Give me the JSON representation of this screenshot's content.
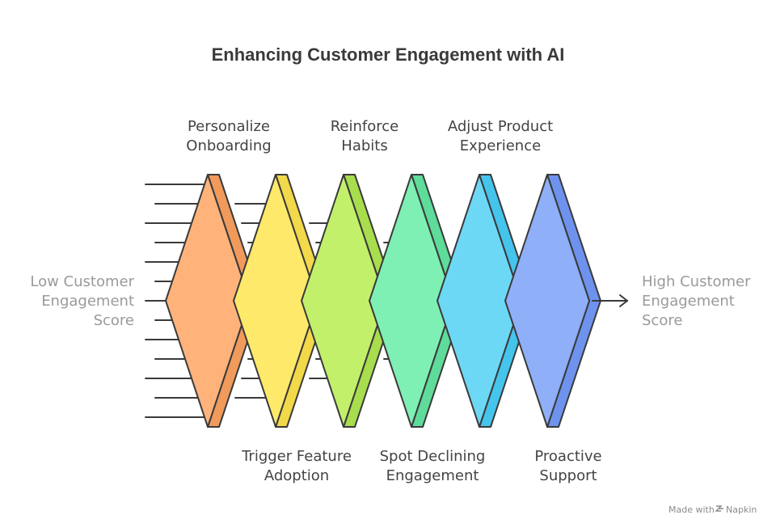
{
  "title": "Enhancing Customer Engagement with AI",
  "input_label": [
    "Low Customer",
    "Engagement",
    "Score"
  ],
  "output_label": [
    "High Customer",
    "Engagement",
    "Score"
  ],
  "stages": [
    {
      "label": [
        "Personalize",
        "Onboarding"
      ],
      "position": "top",
      "color": "#FFB37A",
      "edge": "#F09A5C",
      "inputs": 13
    },
    {
      "label": [
        "Trigger Feature",
        "Adoption"
      ],
      "position": "bottom",
      "color": "#FFE96B",
      "edge": "#F2D94A",
      "inputs": 11
    },
    {
      "label": [
        "Reinforce",
        "Habits"
      ],
      "position": "top",
      "color": "#C3F06B",
      "edge": "#A8DD4E",
      "inputs": 9
    },
    {
      "label": [
        "Spot Declining",
        "Engagement"
      ],
      "position": "bottom",
      "color": "#7EF0B4",
      "edge": "#5FDB9A",
      "inputs": 7
    },
    {
      "label": [
        "Adjust Product",
        "Experience"
      ],
      "position": "top",
      "color": "#6DD8F5",
      "edge": "#45C4EC",
      "inputs": 5
    },
    {
      "label": [
        "Proactive",
        "Support"
      ],
      "position": "bottom",
      "color": "#8FB0F8",
      "edge": "#6E93EE",
      "inputs": 3
    }
  ],
  "credit": {
    "prefix": "Made with",
    "brand": "Napkin"
  }
}
